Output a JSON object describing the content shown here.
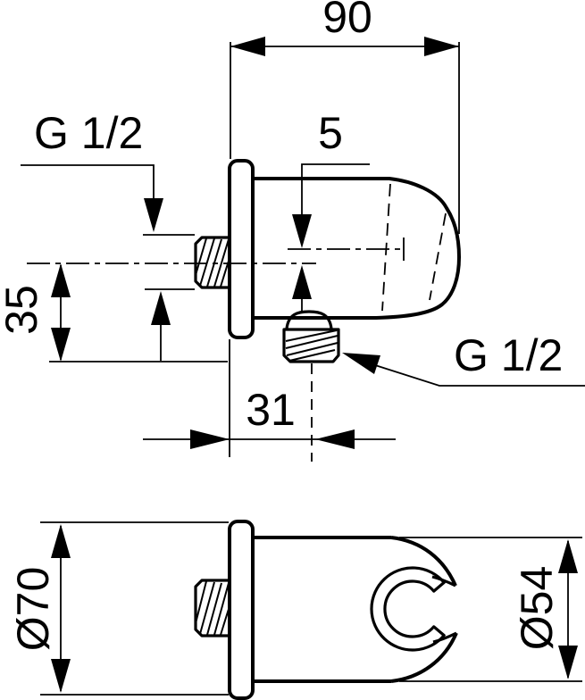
{
  "drawing_type": "technical dimensional drawing (shower wall elbow with hand-shower holder, side view and bottom view)",
  "colors": {
    "background": "#ffffff",
    "line": "#000000"
  },
  "side_view": {
    "dim_overall_width": "90",
    "dim_axis_offset": "5",
    "inlet_thread_label": "G 1/2",
    "outlet_thread_label": "G 1/2",
    "dim_axis_to_outlet_face": "35",
    "dim_wall_to_outlet_axis": "31"
  },
  "bottom_view": {
    "dim_flange_diameter": "Ø70",
    "dim_holder_diameter": "Ø54"
  }
}
